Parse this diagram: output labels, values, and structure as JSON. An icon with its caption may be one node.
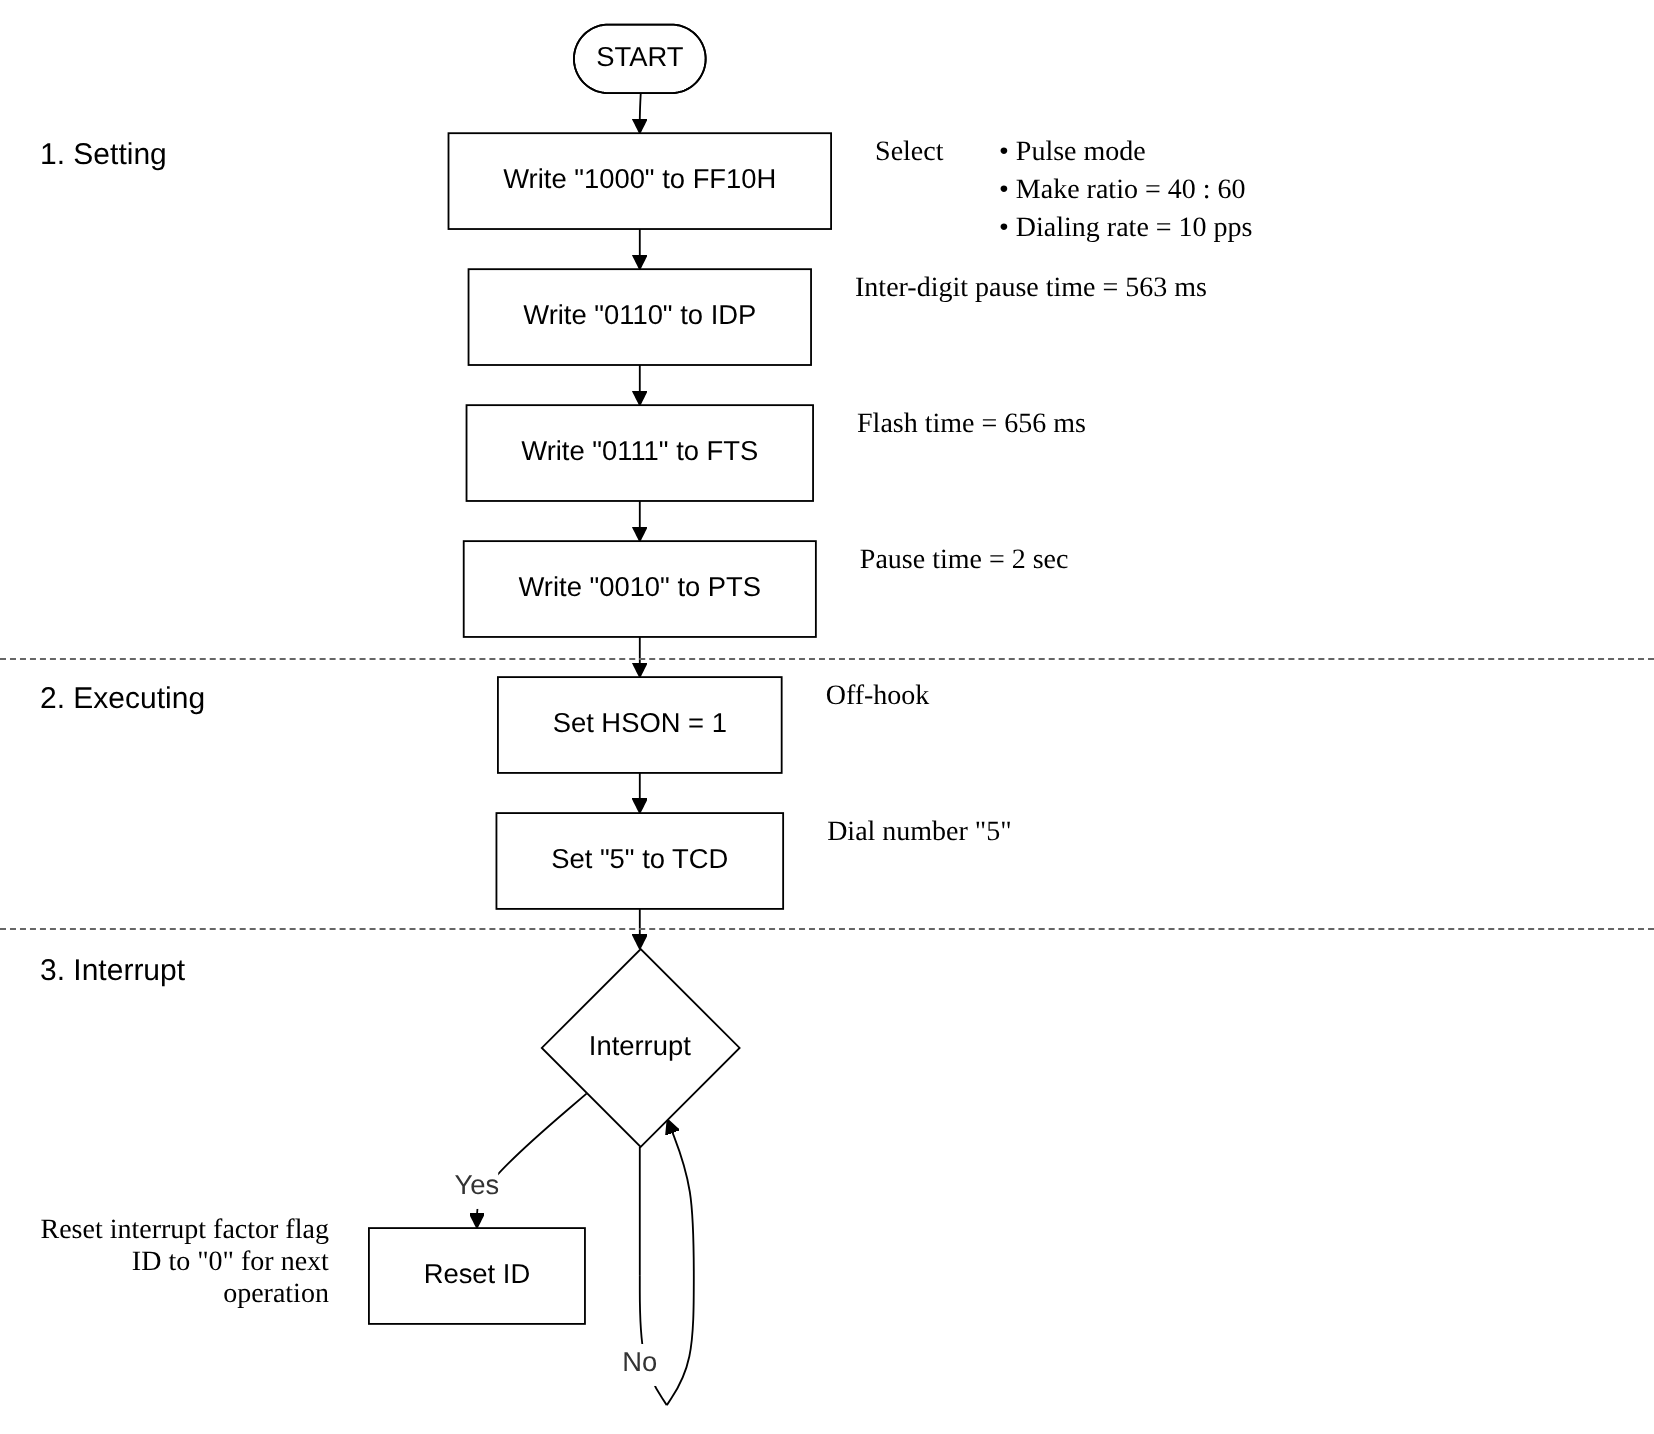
{
  "diagram": {
    "nodes": [
      {
        "text": [
          "START"
        ]
      },
      {
        "text": [
          "Write \"1000\" to FF10H"
        ],
        "beside": [
          "Select",
          "• Pulse mode",
          "• Make ratio = 40 : 60",
          "• Dialing rate = 10 pps"
        ]
      },
      {
        "text": [
          "Write \"0110\" to IDP"
        ],
        "beside": [
          "Inter-digit pause time = 563 ms"
        ]
      },
      {
        "text": [
          "Write \"0111\" to FTS"
        ],
        "beside": [
          "Flash time = 656 ms"
        ]
      },
      {
        "text": [
          "Write \"0010\" to PTS"
        ],
        "beside": [
          "Pause time = 2 sec"
        ]
      },
      {
        "text": [
          "Set HSON = 1"
        ],
        "beside": [
          "Off-hook"
        ]
      },
      {
        "text": [
          "Set \"5\" to TCD"
        ],
        "beside": [
          "Dial number \"5\""
        ]
      },
      {
        "text": [
          "Interrupt"
        ]
      },
      {
        "text": [
          "Reset ID"
        ],
        "beside": [
          "Reset interrupt factor flag ID to \"0\" for next operation"
        ]
      }
    ],
    "edges": [
      {
        "from": 0,
        "to": 1,
        "arrow": "to"
      },
      {
        "from": 1,
        "to": 2,
        "arrow": "to"
      },
      {
        "from": 2,
        "to": 3,
        "arrow": "to"
      },
      {
        "from": 3,
        "to": 4,
        "arrow": "to"
      },
      {
        "from": 4,
        "to": 5,
        "arrow": "to"
      },
      {
        "from": 5,
        "to": 6,
        "arrow": "to"
      },
      {
        "from": 6,
        "to": 7,
        "arrow": "to"
      },
      {
        "from": 7,
        "to": 7,
        "arrow": "to",
        "label": "No"
      },
      {
        "from": 7,
        "to": 8,
        "arrow": "to",
        "label": "Yes"
      }
    ],
    "labels": [
      "1. Setting",
      "2. Executing",
      "3. Interrupt"
    ]
  }
}
